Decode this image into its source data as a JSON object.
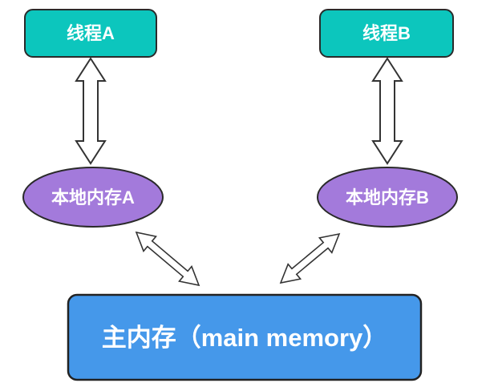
{
  "colors": {
    "background": "#FFFFFF",
    "thread_fill": "#0CC6BD",
    "local_memory_fill": "#A37ADB",
    "main_memory_fill": "#4598EA",
    "shape_border": "#2A2A2A",
    "arrow_outline": "#333333",
    "label_text": "#FFFFFF"
  },
  "nodes": {
    "thread_a": {
      "label": "线程A",
      "fill": "#0CC6BD",
      "shape": "rounded-rect"
    },
    "thread_b": {
      "label": "线程B",
      "fill": "#0CC6BD",
      "shape": "rounded-rect"
    },
    "local_memory_a": {
      "label": "本地内存A",
      "fill": "#A37ADB",
      "shape": "ellipse"
    },
    "local_memory_b": {
      "label": "本地内存B",
      "fill": "#A37ADB",
      "shape": "ellipse"
    },
    "main_memory": {
      "label": "主内存（main memory）",
      "fill": "#4598EA",
      "shape": "rounded-rect"
    }
  },
  "edges": [
    {
      "from": "线程A",
      "to": "本地内存A",
      "type": "double-headed-hollow-arrow",
      "orientation": "vertical"
    },
    {
      "from": "线程B",
      "to": "本地内存B",
      "type": "double-headed-hollow-arrow",
      "orientation": "vertical"
    },
    {
      "from": "本地内存A",
      "to": "主内存（main memory）",
      "type": "double-headed-hollow-arrow",
      "orientation": "diagonal"
    },
    {
      "from": "本地内存B",
      "to": "主内存（main memory）",
      "type": "double-headed-hollow-arrow",
      "orientation": "diagonal"
    }
  ]
}
